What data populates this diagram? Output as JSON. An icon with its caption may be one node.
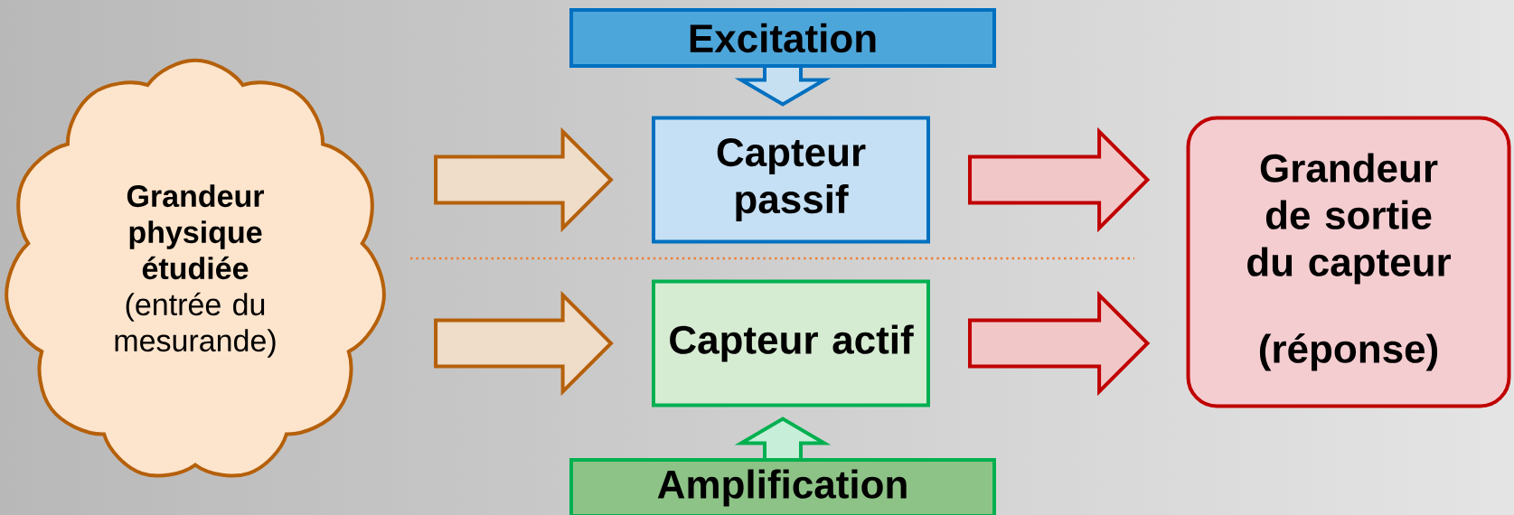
{
  "diagram": {
    "nodes": [
      {
        "text": [
          "Grandeur physique étudiée",
          "(entrée du mesurande)"
        ]
      },
      {
        "text": [
          "Excitation"
        ]
      },
      {
        "text": [
          "Capteur passif"
        ]
      },
      {
        "text": [
          "Capteur actif"
        ]
      },
      {
        "text": [
          "Amplification"
        ]
      },
      {
        "text": [
          "Grandeur de sortie du capteur",
          "(réponse)"
        ]
      }
    ],
    "edges": [
      {
        "from": 0,
        "to": 2,
        "arrow": "to",
        "color": "#b5600a"
      },
      {
        "from": 0,
        "to": 3,
        "arrow": "to",
        "color": "#b5600a"
      },
      {
        "from": 2,
        "to": 5,
        "arrow": "to",
        "color": "#c00000"
      },
      {
        "from": 3,
        "to": 5,
        "arrow": "to",
        "color": "#c00000"
      },
      {
        "from": 1,
        "to": 2,
        "arrow": "to",
        "color": "#0070c0"
      },
      {
        "from": 4,
        "to": 3,
        "arrow": "to",
        "color": "#00b050"
      }
    ]
  }
}
